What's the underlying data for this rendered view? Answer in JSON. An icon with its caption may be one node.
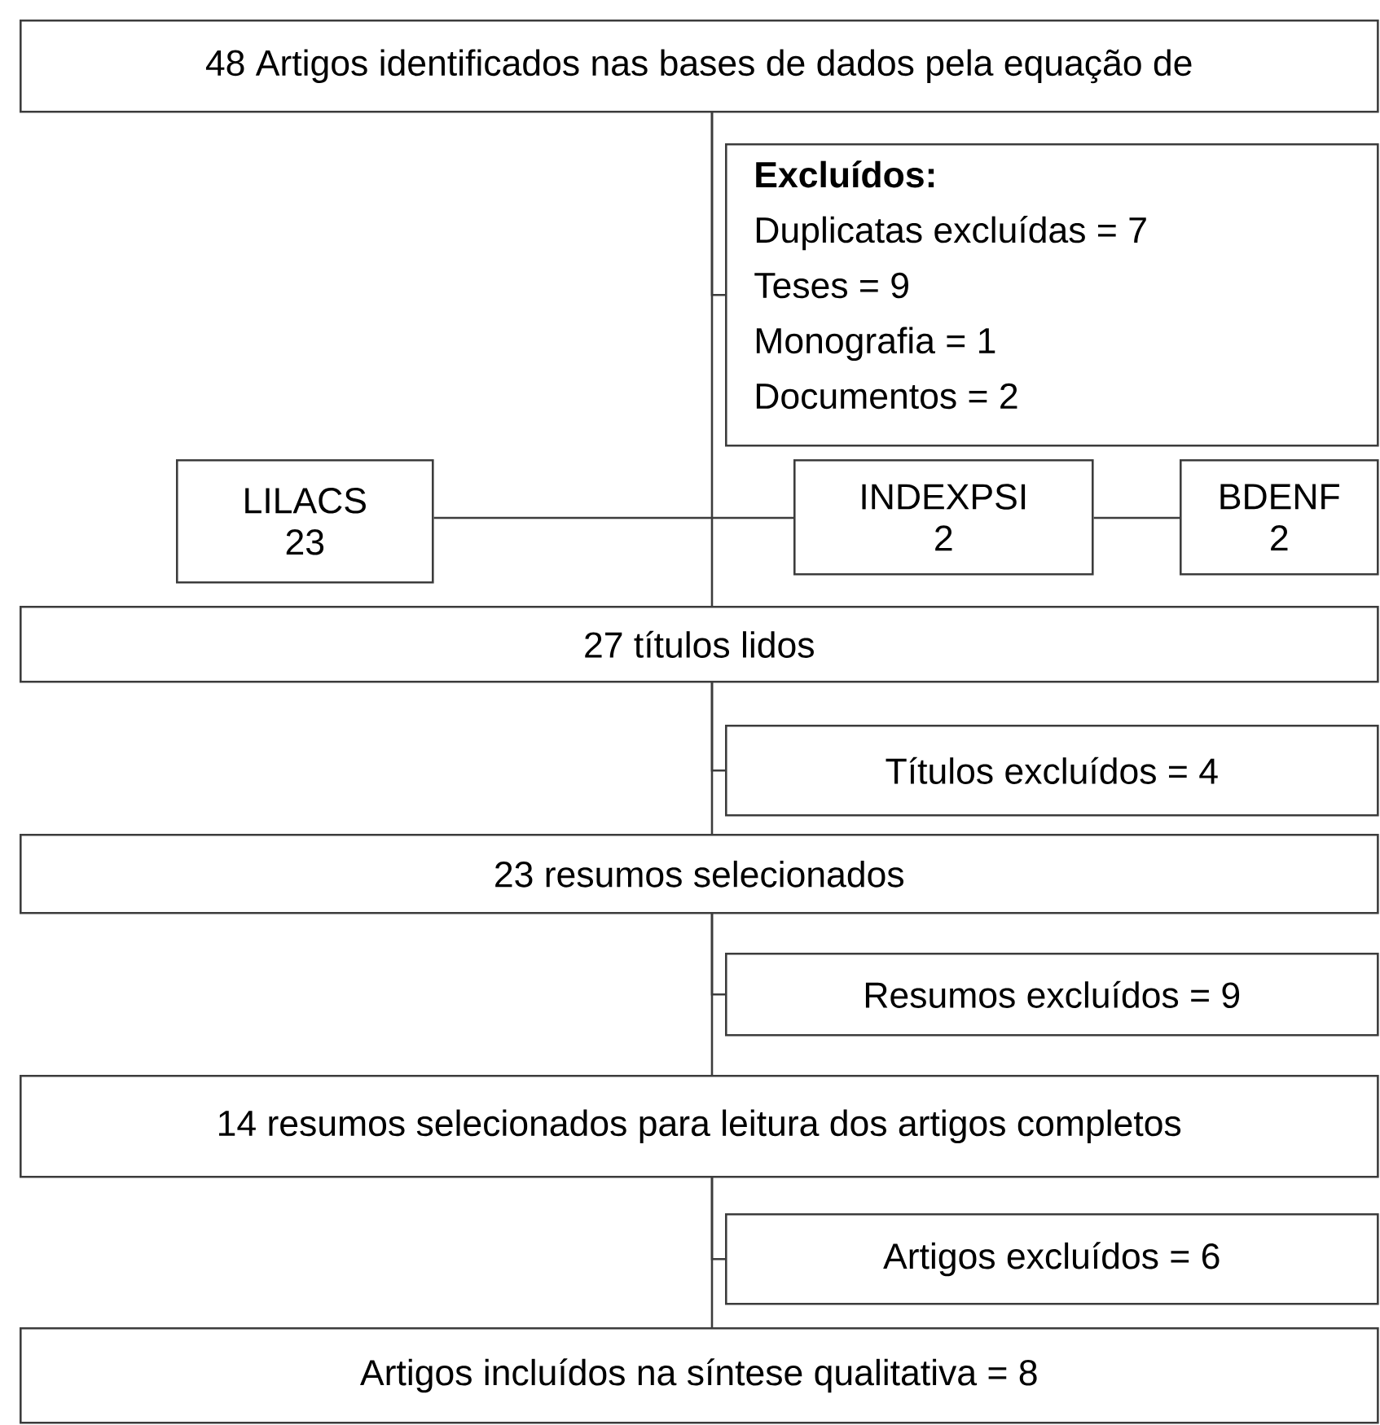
{
  "diagram": {
    "nodes": [
      {
        "text": [
          "48 Artigos identificados nas bases de dados pela equação de"
        ]
      },
      {
        "text": [
          "Excluídos:",
          "Duplicatas excluídas = 7",
          "Teses = 9",
          "Monografia = 1",
          "Documentos = 2"
        ]
      },
      {
        "text": [
          "LILACS",
          "23"
        ]
      },
      {
        "text": [
          "INDEXPSI",
          "2"
        ]
      },
      {
        "text": [
          "BDENF",
          "2"
        ]
      },
      {
        "text": [
          "27 títulos lidos"
        ]
      },
      {
        "text": [
          "Títulos excluídos = 4"
        ]
      },
      {
        "text": [
          "23 resumos selecionados"
        ]
      },
      {
        "text": [
          "Resumos excluídos = 9"
        ]
      },
      {
        "text": [
          "14 resumos selecionados para leitura dos artigos completos"
        ]
      },
      {
        "text": [
          "Artigos excluídos = 6"
        ]
      },
      {
        "text": [
          "Artigos incluídos na síntese qualitativa = 8"
        ]
      }
    ],
    "edges": [
      {
        "from": 0,
        "to": 1,
        "arrow": "none"
      },
      {
        "from": 0,
        "to": 5,
        "arrow": "none"
      },
      {
        "from": 2,
        "to": 3,
        "arrow": "none"
      },
      {
        "from": 3,
        "to": 4,
        "arrow": "none"
      },
      {
        "from": 5,
        "to": 6,
        "arrow": "none"
      },
      {
        "from": 5,
        "to": 7,
        "arrow": "none"
      },
      {
        "from": 7,
        "to": 8,
        "arrow": "none"
      },
      {
        "from": 7,
        "to": 9,
        "arrow": "none"
      },
      {
        "from": 9,
        "to": 10,
        "arrow": "none"
      },
      {
        "from": 9,
        "to": 11,
        "arrow": "none"
      }
    ]
  }
}
